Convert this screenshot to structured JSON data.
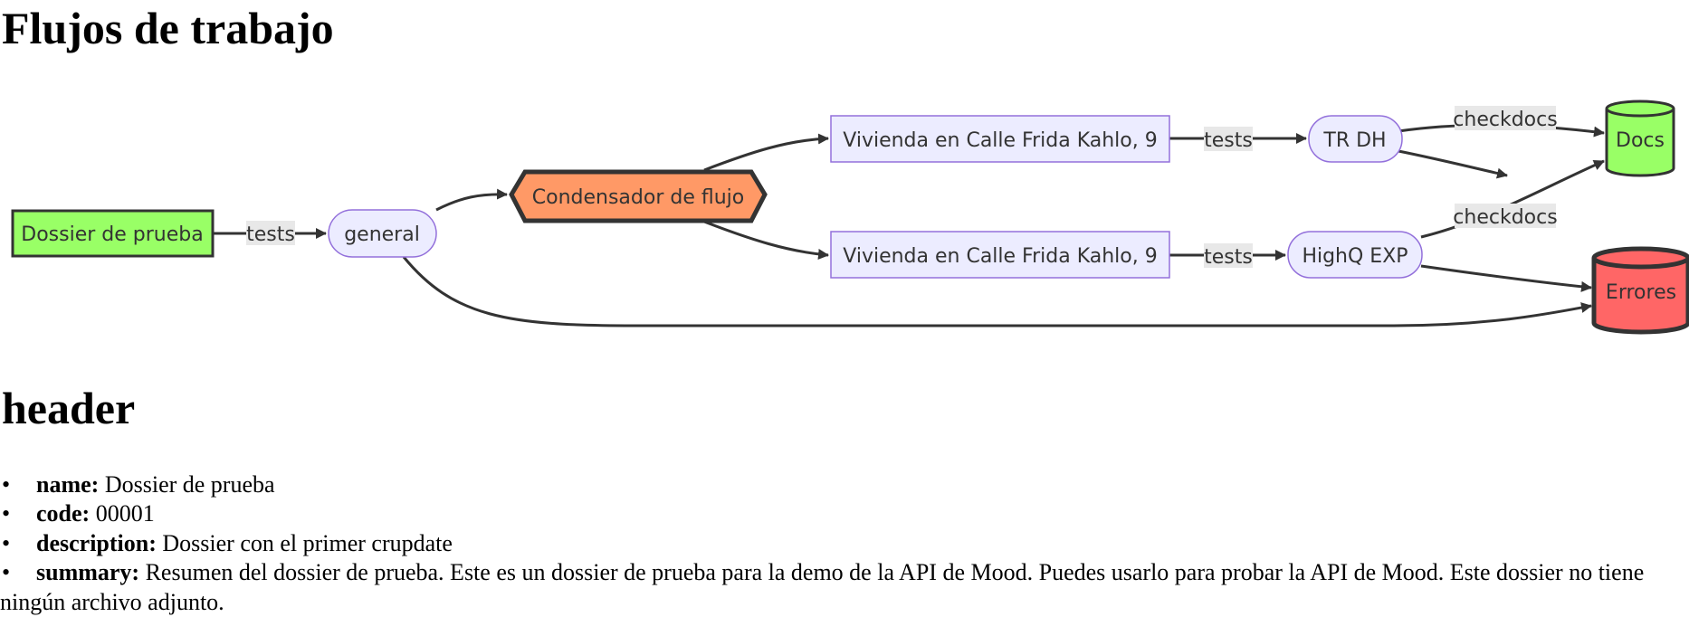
{
  "page": {
    "title": "Flujos de trabajo",
    "section_header": "header"
  },
  "diagram": {
    "nodes": {
      "dossier": "Dossier de prueba",
      "general": "general",
      "condensador": "Condensador de flujo",
      "vivienda1": "Vivienda en Calle Frida Kahlo, 9",
      "vivienda2": "Vivienda en Calle Frida Kahlo, 9",
      "trdh": "TR DH",
      "highq": "HighQ EXP",
      "docs": "Docs",
      "errores": "Errores"
    },
    "edges": {
      "dossier_general": "tests",
      "vivienda1_trdh": "tests",
      "vivienda2_highq": "tests",
      "trdh_docs": "checkdocs",
      "highq_docs": "checkdocs"
    },
    "colors": {
      "green": "#99ff66",
      "orange": "#ff9966",
      "red": "#ff6666",
      "lavender": "#ececff",
      "lavender_border": "#9370db",
      "dark_border": "#333333"
    }
  },
  "header": {
    "items": [
      {
        "key": "name:",
        "value": "Dossier de prueba"
      },
      {
        "key": "code:",
        "value": "00001"
      },
      {
        "key": "description:",
        "value": "Dossier con el primer crupdate"
      },
      {
        "key": "summary:",
        "value": "Resumen del dossier de prueba. Este es un dossier de prueba para la demo de la API de Mood. Puedes usarlo para probar la API de Mood. Este dossier no tiene ningún archivo adjunto."
      }
    ]
  }
}
